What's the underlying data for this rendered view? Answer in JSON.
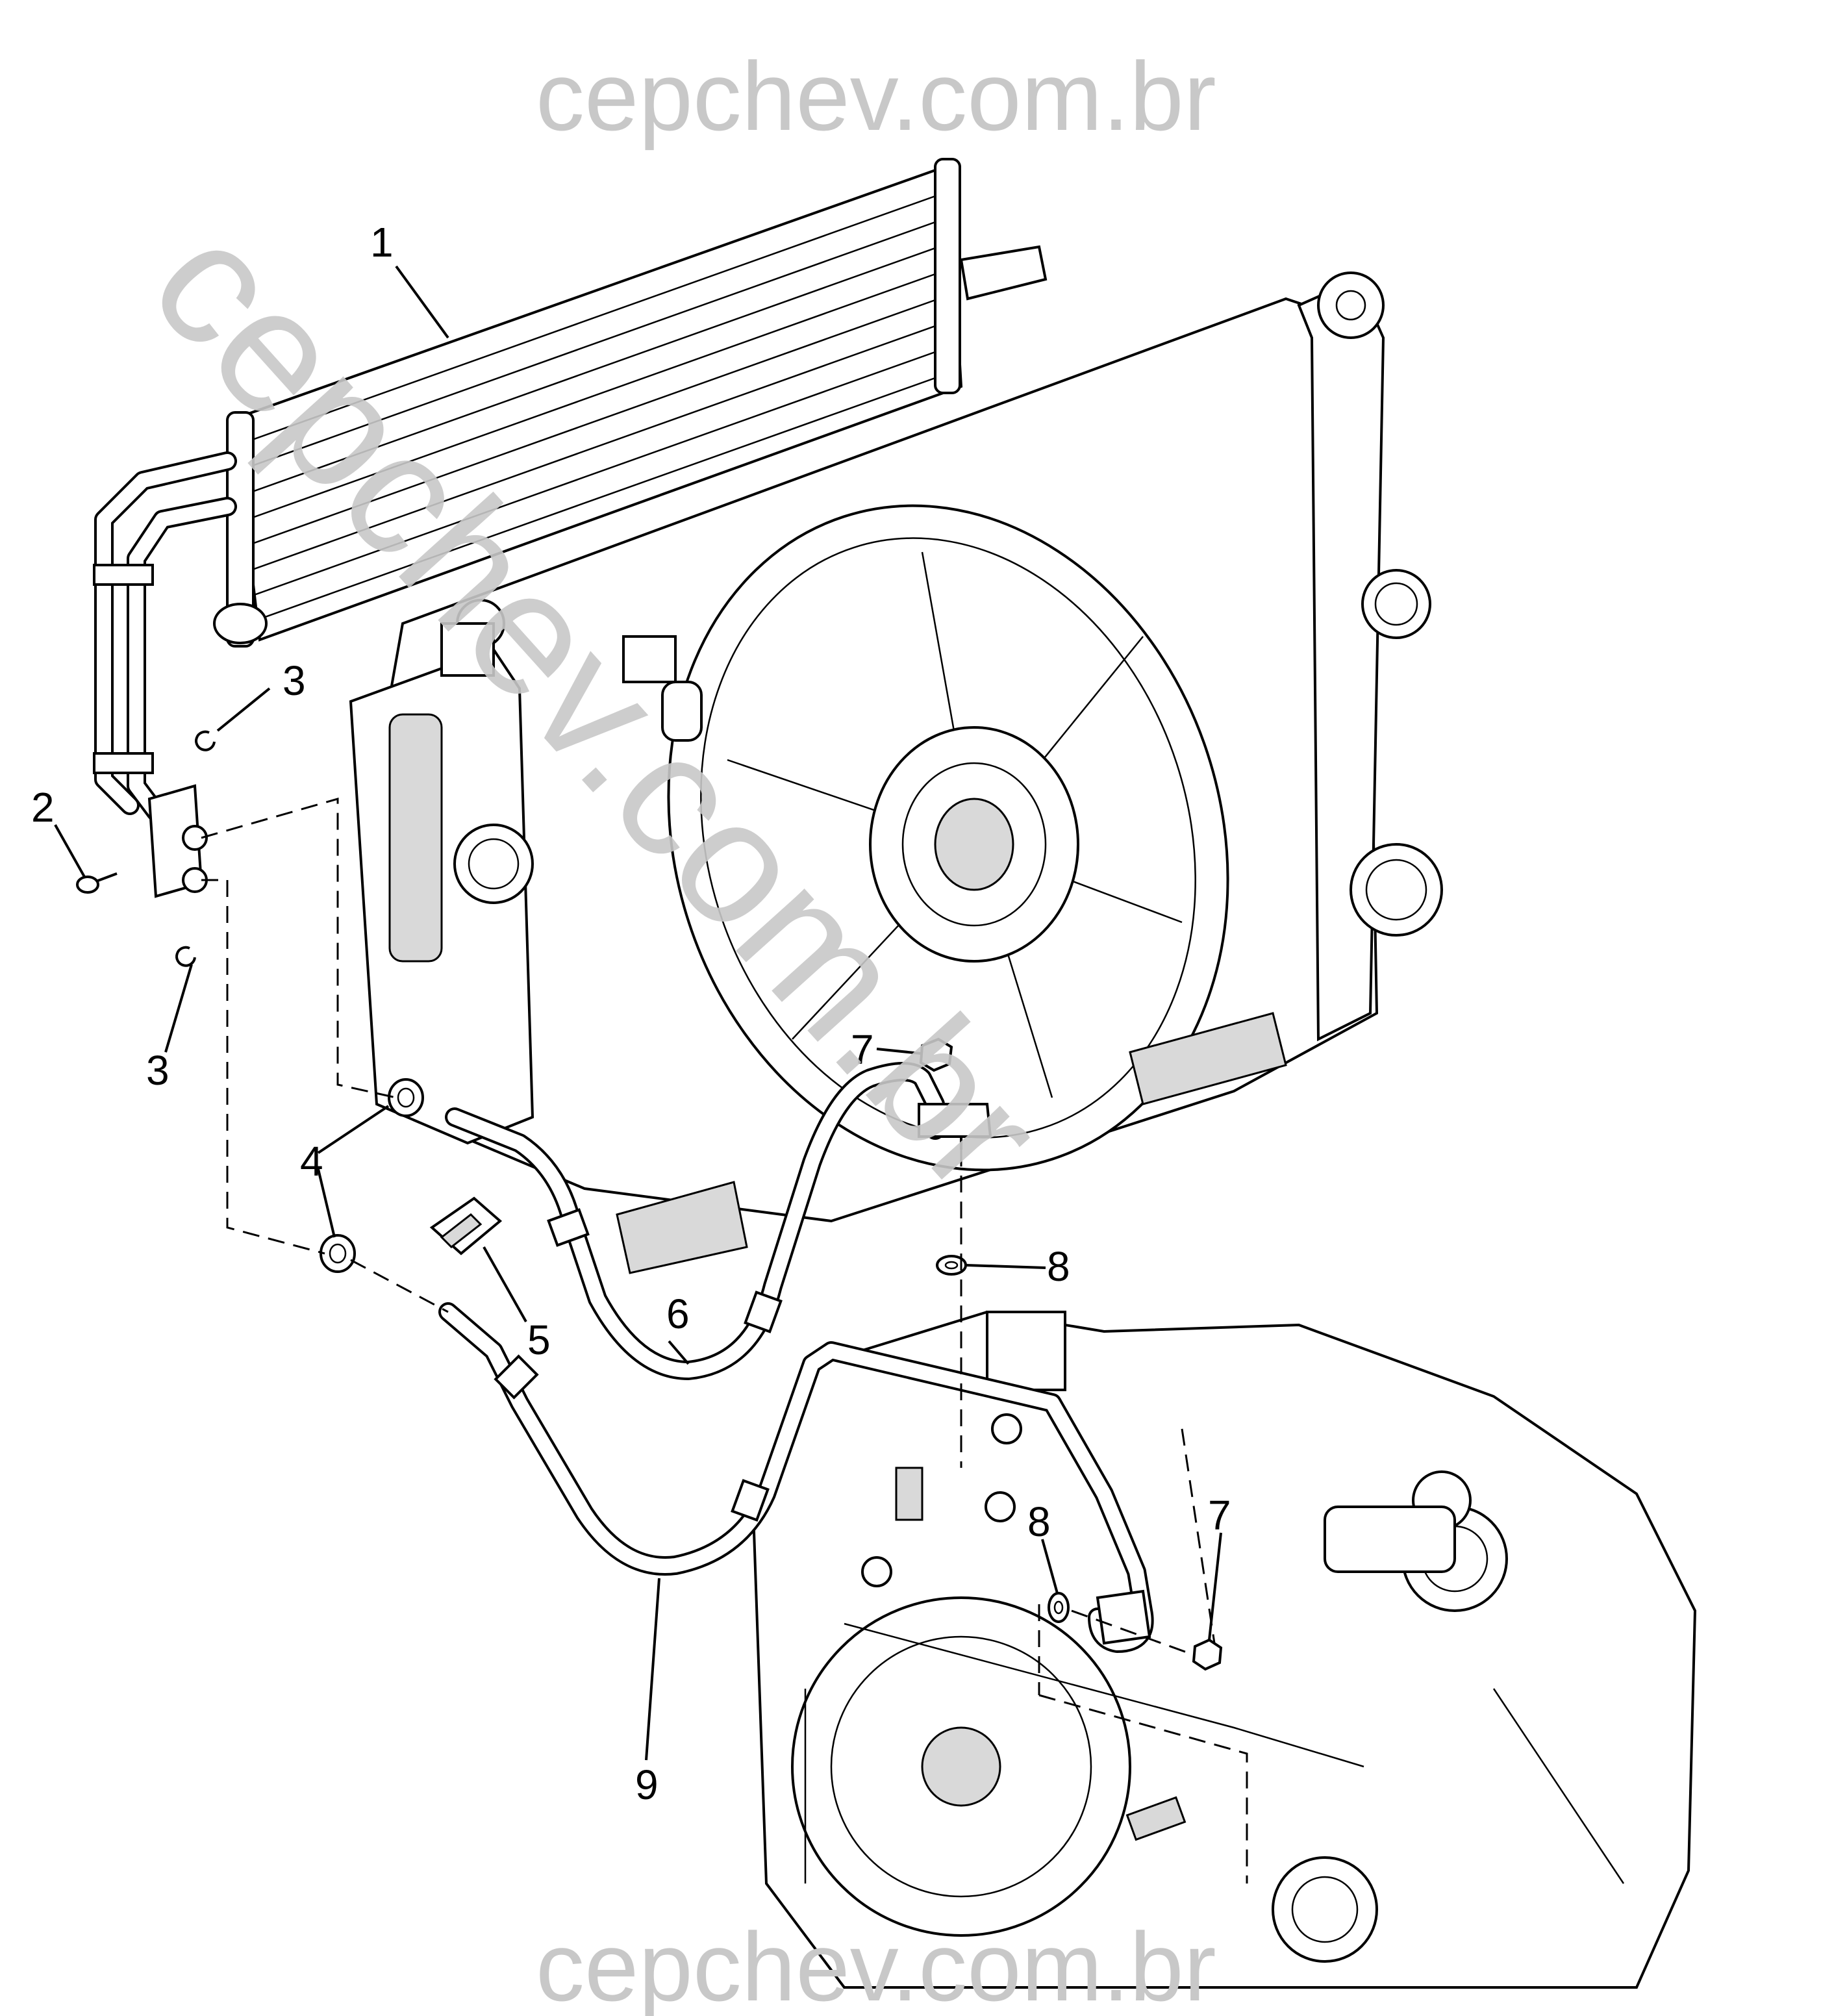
{
  "watermarks": {
    "top": "cepchev.com.br",
    "diagonal": "cepchev.com.br",
    "bottom": "cepchev.com.br"
  },
  "callouts": [
    {
      "id": "c1",
      "label": "1"
    },
    {
      "id": "c2",
      "label": "2"
    },
    {
      "id": "c3a",
      "label": "3"
    },
    {
      "id": "c3b",
      "label": "3"
    },
    {
      "id": "c4",
      "label": "4"
    },
    {
      "id": "c5",
      "label": "5"
    },
    {
      "id": "c6",
      "label": "6"
    },
    {
      "id": "c7a",
      "label": "7"
    },
    {
      "id": "c7b",
      "label": "7"
    },
    {
      "id": "c8a",
      "label": "8"
    },
    {
      "id": "c8b",
      "label": "8"
    },
    {
      "id": "c9",
      "label": "9"
    }
  ],
  "colors": {
    "line": "#000000",
    "watermark": "#c8c8c8",
    "background": "#ffffff"
  }
}
